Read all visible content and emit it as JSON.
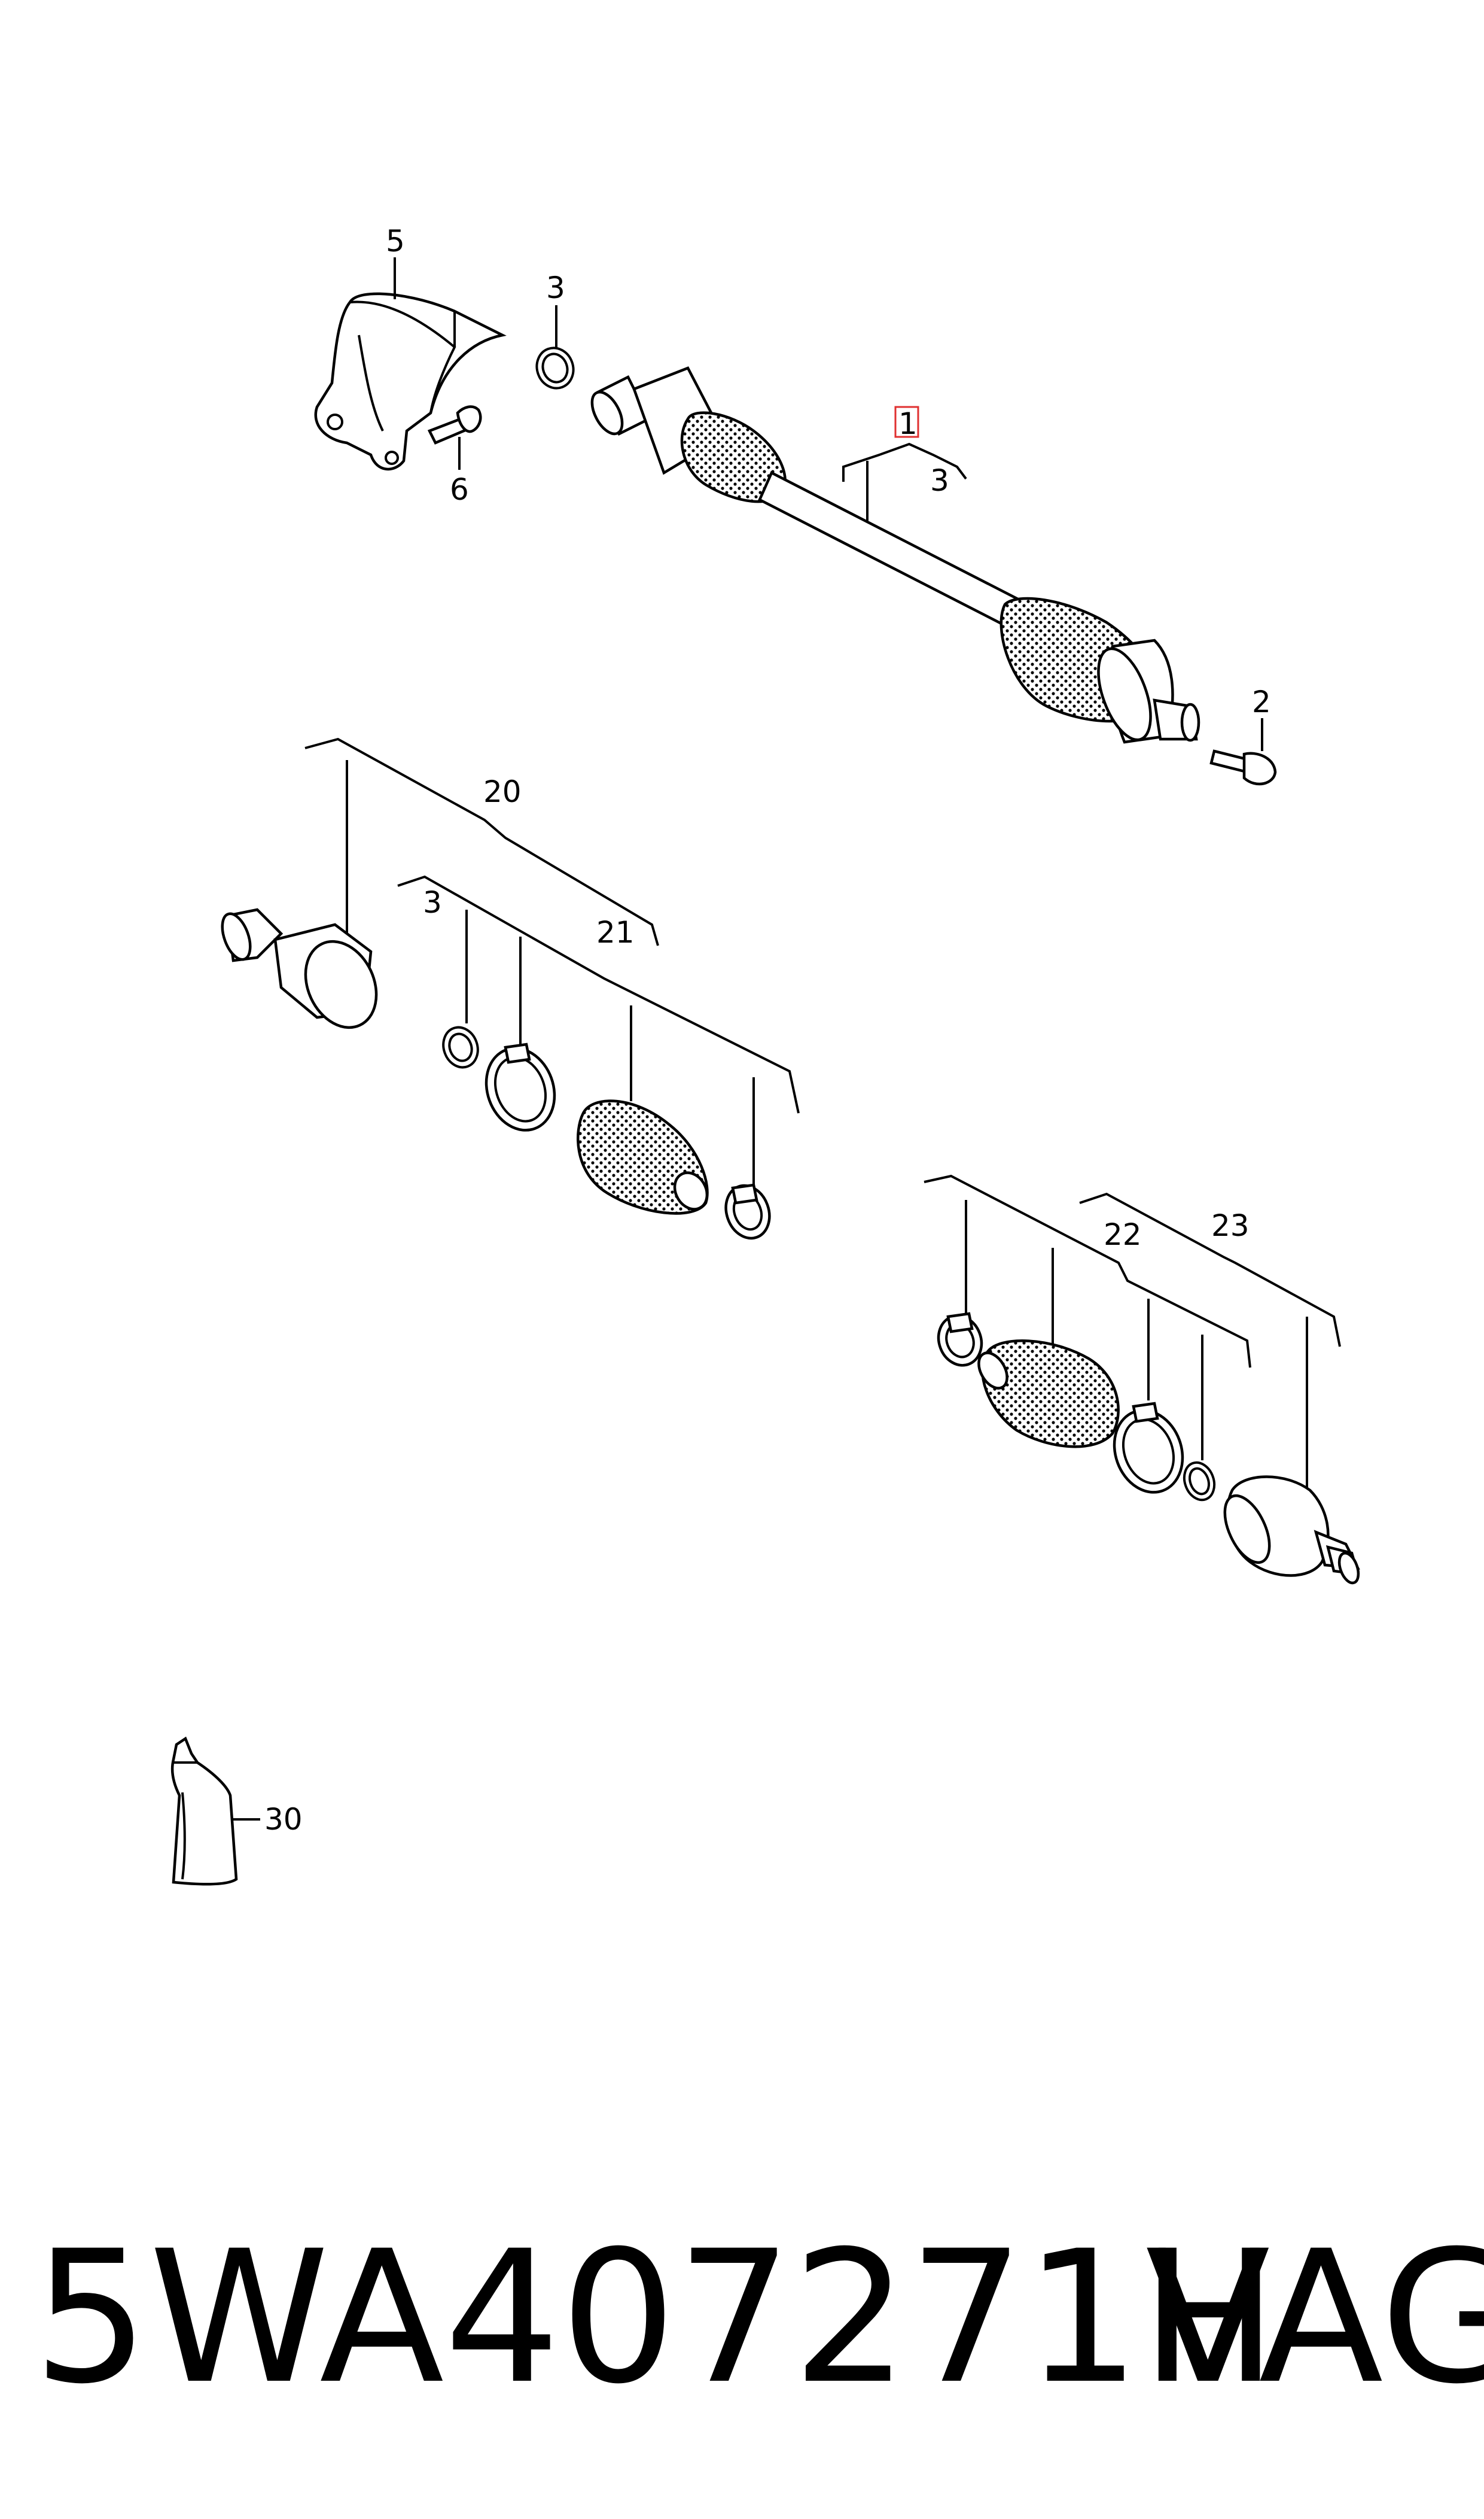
{
  "labels": {
    "p1": "1",
    "p2": "2",
    "p3a": "3",
    "p3b": "3",
    "p3c": "3",
    "p5": "5",
    "p6": "6",
    "p20": "20",
    "p21": "21",
    "p22": "22",
    "p23": "23",
    "p30": "30"
  },
  "caption": {
    "part_number": "5WA407271H",
    "brand": "VAG"
  },
  "colors": {
    "highlight": "#e03030"
  }
}
